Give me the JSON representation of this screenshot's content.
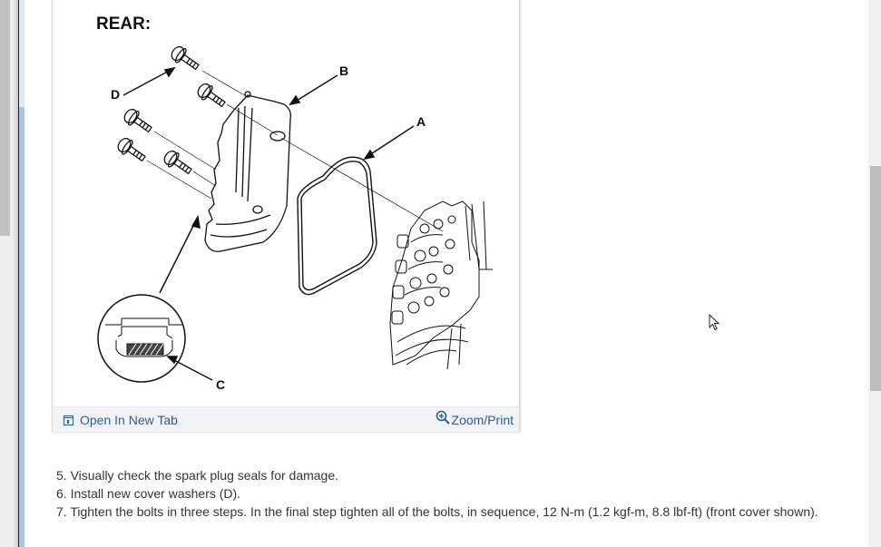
{
  "figure": {
    "heading": "REAR:",
    "callouts": {
      "a": "A",
      "b": "B",
      "c": "C",
      "d": "D"
    },
    "footer": {
      "open_new_tab": "Open In New Tab",
      "open_new_tab_icon": "open-new-tab-icon",
      "zoom_print": "Zoom/Print",
      "zoom_print_icon": "zoom-in-icon"
    }
  },
  "steps": [
    "5. Visually check the spark plug seals for damage.",
    "6. Install new cover washers (D).",
    "7. Tighten the bolts in three steps. In the final step tighten all of the bolts, in sequence, 12 N-m (1.2 kgf-m, 8.8 lbf-ft) (front cover shown)."
  ],
  "colors": {
    "link": "#2a5b9c",
    "text": "#333333",
    "footer_bg": "#f2f3f7"
  }
}
